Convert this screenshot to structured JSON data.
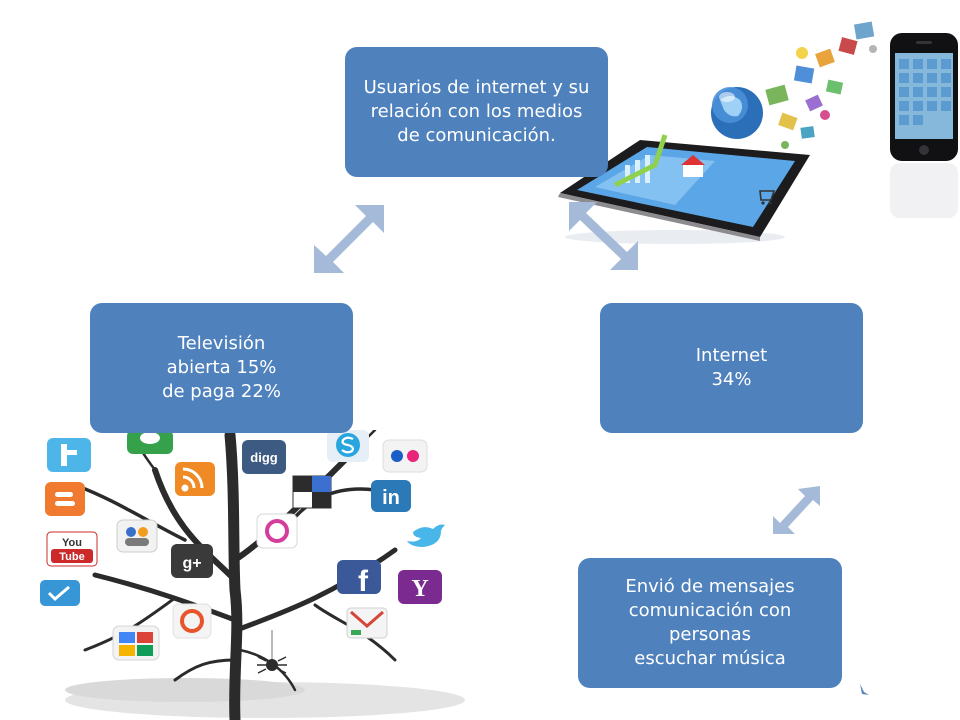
{
  "diagram": {
    "top": {
      "lines": [
        "Usuarios de internet y su",
        "relación con los medios",
        "de comunicación."
      ]
    },
    "left": {
      "lines": [
        "Televisión",
        "abierta 15%",
        "de paga 22%"
      ]
    },
    "right": {
      "lines": [
        "Internet",
        "34%"
      ]
    },
    "bottom": {
      "lines": [
        "Envió de mensajes",
        "comunicación con",
        "personas",
        "escuchar música"
      ]
    }
  },
  "colors": {
    "box_fill": "#4f81bd",
    "box_text": "#ffffff",
    "arrow_fill": "#a5bad9"
  },
  "illustrations": {
    "top_right": [
      "tablet-image",
      "smartphone-image",
      "globe-icon"
    ],
    "bottom_left": [
      "tree-image",
      "twitter-icon",
      "blogger-icon",
      "youtube-icon",
      "digg-icon",
      "skype-icon",
      "flickr-icon",
      "linkedin-icon",
      "rss-icon",
      "google-plus-icon",
      "facebook-icon",
      "yahoo-icon",
      "google-icon"
    ]
  },
  "logos": {
    "digg": "digg",
    "linkedin": "in",
    "youtube_top": "You",
    "youtube_bottom": "Tube",
    "yahoo": "Y",
    "google_plus": "g+",
    "facebook": "f"
  }
}
